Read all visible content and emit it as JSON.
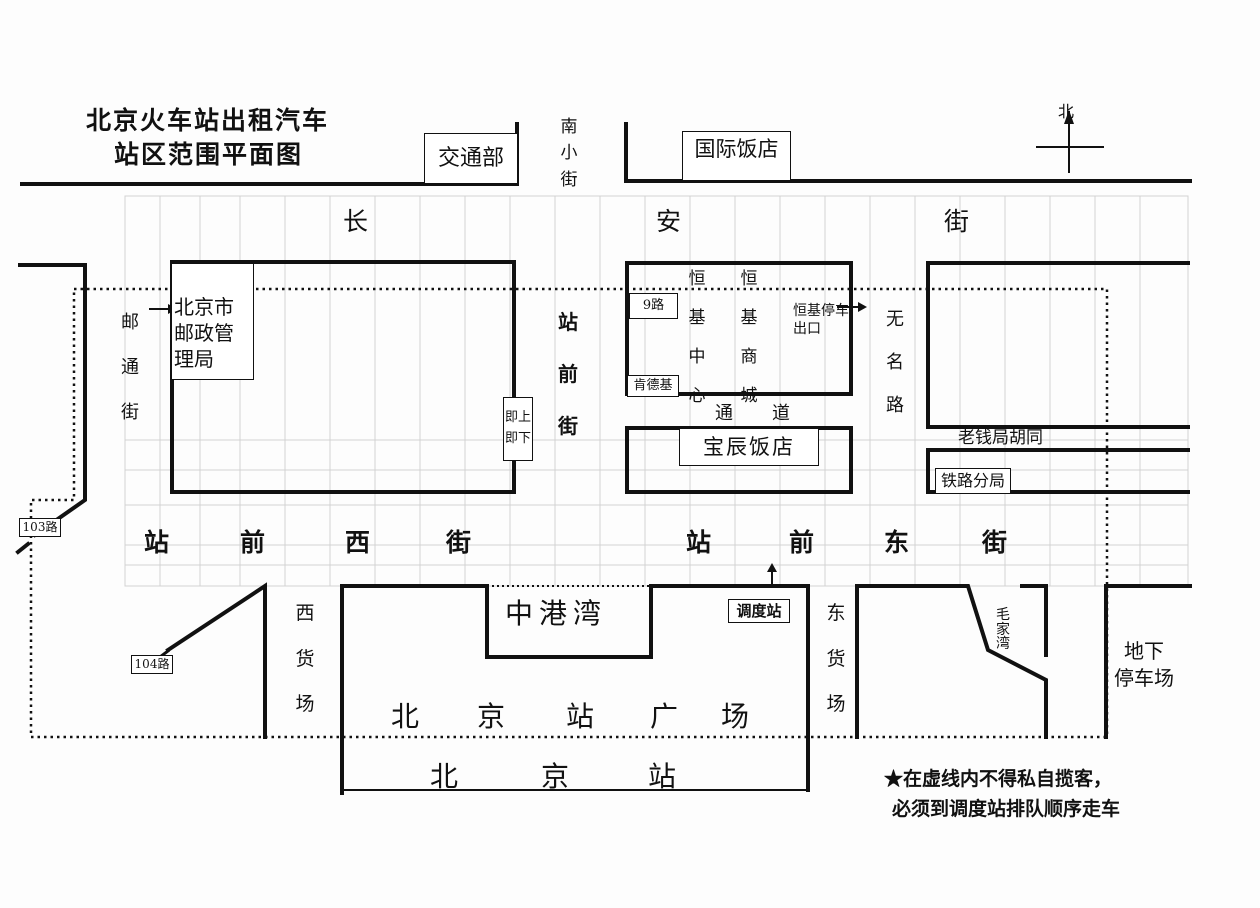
{
  "title": {
    "line1": "北京火车站出租汽车",
    "line2": "站区范围平面图"
  },
  "compass": {
    "label": "北"
  },
  "streets": {
    "changan": [
      "长",
      "安",
      "街"
    ],
    "nanxiaojie": "南\n小\n街",
    "youtongjie": "邮\n\n通\n\n街",
    "zhanqianjie": "站\n\n前\n\n街",
    "wumingalu": "无\n\n名\n\n路",
    "zhanqian_west": [
      "站",
      "前",
      "西",
      "街"
    ],
    "zhanqian_east": [
      "站",
      "前",
      "东",
      "街"
    ],
    "tongdao": [
      "通",
      "道"
    ],
    "laoqianju": "老钱局胡同"
  },
  "places": {
    "jiaotongbu": "交通部",
    "guoji": "国际饭店",
    "postal": "北京市\n邮政管\n理局",
    "hengji_center": "恒\n\n基\n\n中\n\n心",
    "hengji_mall": "恒\n\n基\n\n商\n\n城",
    "hengji_exit": "恒基停车\n出口",
    "kfc": "肯德基",
    "route9": "9路",
    "jishang": "即上\n即下",
    "baochen": "宝辰饭店",
    "tielu": "铁路分局",
    "zhonggang": "中港湾",
    "diaodu": "调度站",
    "west_yard": "西\n\n货\n\n场",
    "east_yard": "东\n\n货\n\n场",
    "maojiawan": "毛\n家\n湾",
    "underground": "地下\n停车场",
    "square": [
      "北",
      "京",
      "站",
      "广",
      "场"
    ],
    "station": [
      "北",
      "京",
      "站"
    ],
    "route103": "103路",
    "route104": "104路"
  },
  "notice": {
    "line1": "★在虚线内不得私自揽客，",
    "line2": "必须到调度站排队顺序走车"
  },
  "colors": {
    "ink": "#111111",
    "faint_grid": "#cfcfcf",
    "paper": "#fdfdfd"
  }
}
